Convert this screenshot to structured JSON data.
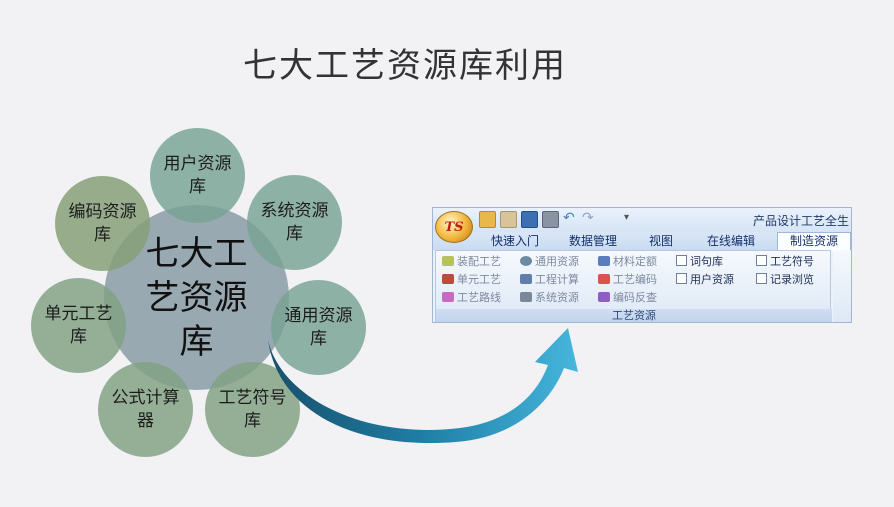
{
  "slide": {
    "title": "七大工艺资源库利用"
  },
  "diagram": {
    "center": {
      "label_lines": [
        "七大工",
        "艺资源",
        "库"
      ]
    },
    "nodes": [
      {
        "label": "用户资源库"
      },
      {
        "label": "系统资源库"
      },
      {
        "label": "通用资源库"
      },
      {
        "label": "工艺符号库"
      },
      {
        "label": "公式计算器"
      },
      {
        "label": "单元工艺库"
      },
      {
        "label": "编码资源库"
      }
    ]
  },
  "ribbon": {
    "logo_text": "TS",
    "app_title": "产品设计工艺全生",
    "qat_icons": [
      "open-icon",
      "note-icon",
      "save-icon",
      "print-icon",
      "undo-icon",
      "redo-icon"
    ],
    "qat_dropdown": "▾",
    "tabs": [
      {
        "label": "快速入门",
        "active": false
      },
      {
        "label": "数据管理",
        "active": false
      },
      {
        "label": "视图",
        "active": false
      },
      {
        "label": "在线编辑",
        "active": false
      },
      {
        "label": "制造资源",
        "active": true
      }
    ],
    "items": [
      {
        "label": "装配工艺",
        "icon": "assembly-icon"
      },
      {
        "label": "通用资源",
        "icon": "globe-icon"
      },
      {
        "label": "材料定额",
        "icon": "material-icon"
      },
      {
        "label": "单元工艺",
        "icon": "unit-icon"
      },
      {
        "label": "工程计算",
        "icon": "calc-icon"
      },
      {
        "label": "工艺编码",
        "icon": "code-icon"
      },
      {
        "label": "工艺路线",
        "icon": "route-icon"
      },
      {
        "label": "系统资源",
        "icon": "system-icon"
      },
      {
        "label": "编码反查",
        "icon": "search-icon"
      }
    ],
    "checkboxes": [
      {
        "label": "词句库",
        "checked": false
      },
      {
        "label": "工艺符号",
        "checked": false
      },
      {
        "label": "用户资源",
        "checked": false
      },
      {
        "label": "记录浏览",
        "checked": false
      }
    ],
    "group_label": "工艺资源"
  }
}
